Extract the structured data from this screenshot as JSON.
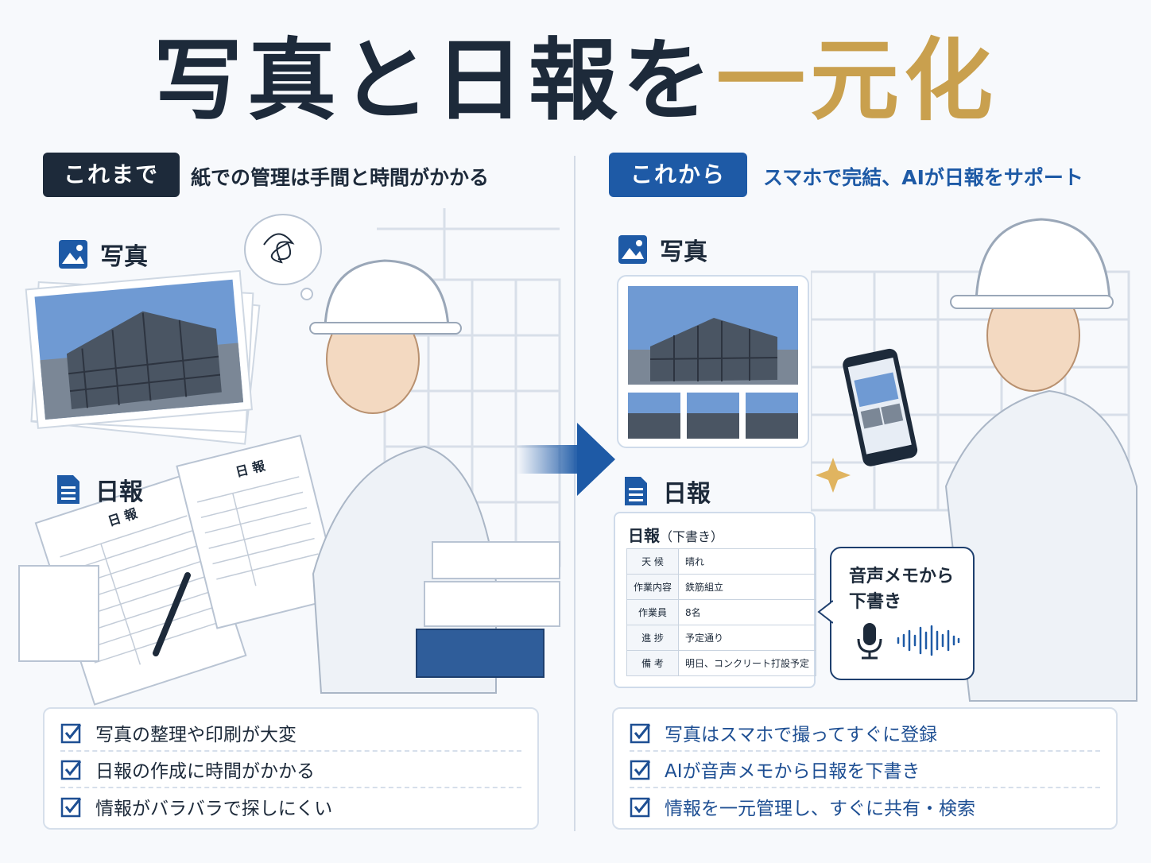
{
  "title": {
    "part1": "写真と日報を",
    "part2": "一元化"
  },
  "left": {
    "badge": "これまで",
    "subtitle": "紙での管理は手間と時間がかかる",
    "photo_label": "写真",
    "report_label": "日報",
    "paper_title": "日 報",
    "checklist": [
      "写真の整理や印刷が大変",
      "日報の作成に時間がかかる",
      "情報がバラバラで探しにくい"
    ]
  },
  "right": {
    "badge": "これから",
    "subtitle": "スマホで完結、AIが日報をサポート",
    "photo_label": "写真",
    "report_label": "日報",
    "report_card": {
      "title": "日報",
      "draft": "（下書き）",
      "rows": [
        {
          "key": "天 候",
          "value": "晴れ"
        },
        {
          "key": "作業内容",
          "value": "鉄筋組立"
        },
        {
          "key": "作業員",
          "value": "8名"
        },
        {
          "key": "進 捗",
          "value": "予定通り"
        },
        {
          "key": "備 考",
          "value": "明日、コンクリート打設予定"
        }
      ]
    },
    "bubble": {
      "line1": "音声メモから",
      "line2": "下書き"
    },
    "checklist": [
      "写真はスマホで撮ってすぐに登録",
      "AIが音声メモから日報を下書き",
      "情報を一元管理し、すぐに共有・検索"
    ]
  },
  "colors": {
    "navy": "#1d2a3a",
    "blue": "#1e5aa6",
    "gold": "#c9a04e"
  }
}
